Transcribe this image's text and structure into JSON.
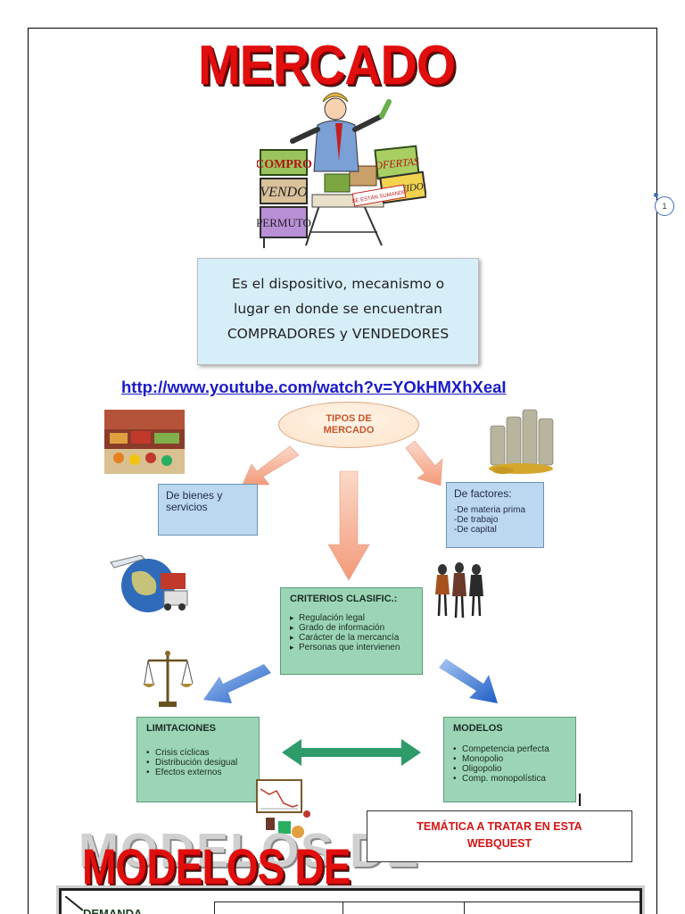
{
  "page": {
    "title": "MERCADO",
    "comment_marker": "1",
    "definition_lines": [
      "Es el dispositivo, mecanismo o",
      "lugar en donde se encuentran",
      "COMPRADORES y VENDEDORES"
    ],
    "link": "http://www.youtube.com/watch?v=YOkHMXhXeaI"
  },
  "vendor_signs": [
    "COMPRO",
    "VENDO",
    "PERMUTO",
    "OFERTAS",
    "LIQUIDO",
    "SE ESTÁN SUMANDO"
  ],
  "diagram": {
    "center_lines": [
      "TIPOS DE",
      "MERCADO"
    ],
    "bienes": {
      "lines": [
        "De bienes y",
        "servicios"
      ]
    },
    "factores": {
      "heading": "De factores:",
      "items": [
        "-De materia prima",
        "-De trabajo",
        "-De capital"
      ]
    },
    "criterios": {
      "heading": "CRITERIOS CLASIFIC.:",
      "items": [
        "Regulación legal",
        "Grado de información",
        "Carácter de la mercancía",
        "Personas que intervienen"
      ]
    },
    "limitaciones": {
      "heading": "LIMITACIONES",
      "items": [
        "Crisis cíclicas",
        "Distribución desigual",
        "Efectos externos"
      ]
    },
    "modelos": {
      "heading": "MODELOS",
      "items": [
        "Competencia perfecta",
        "Monopolio",
        "Oligopolio",
        "Comp. monopolística"
      ]
    }
  },
  "tematica": {
    "lines": [
      "TEMÁTICA A TRATAR EN ESTA",
      "WEBQUEST"
    ]
  },
  "section_title": "MODELOS DE MERCADOS",
  "section_title_ghost": "MODELOS DE MERCADOS",
  "table": {
    "first_header": "DEMANDA"
  },
  "colors": {
    "wordart_red": "#e10e0e",
    "link_blue": "#1b1bc8",
    "definition_bg": "#d6eef7",
    "blue_box": "#bcd8f0",
    "green_box": "#9bd5b6",
    "arrow_salmon": "#f6b9a0",
    "arrow_blue": "#2f6fd0",
    "arrow_green": "#2e9b6b"
  }
}
